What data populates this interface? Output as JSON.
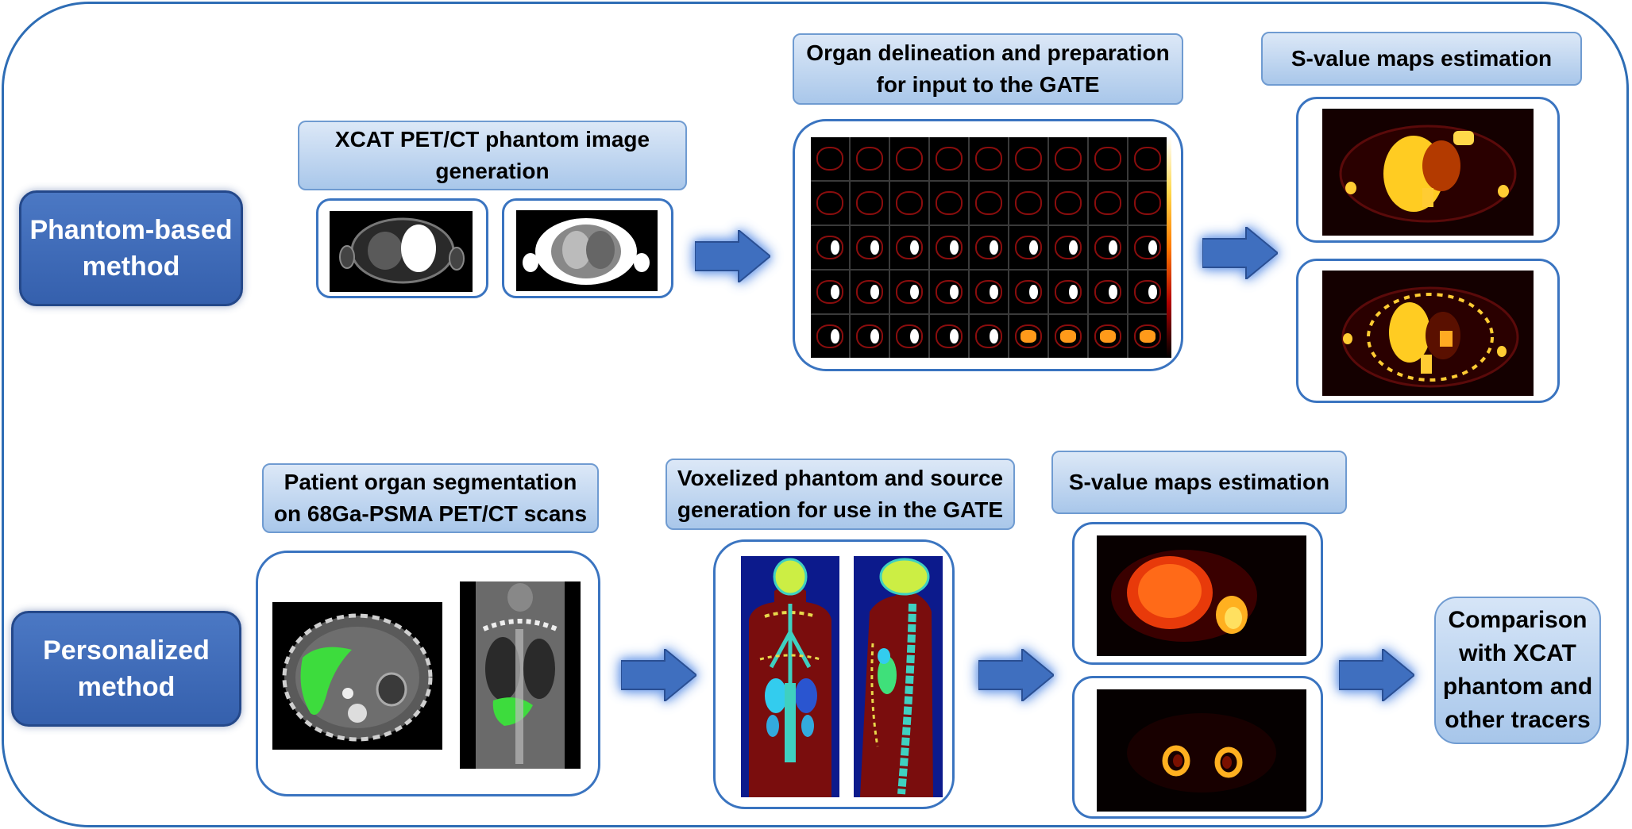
{
  "rows": {
    "phantom": {
      "method_label_line1": "Phantom-based",
      "method_label_line2": "method",
      "step1_line1": "XCAT PET/CT  phantom image",
      "step1_line2": "generation",
      "step2_line1": "Organ delineation and preparation",
      "step2_line2": "for input to the GATE",
      "step3": "S-value maps estimation"
    },
    "personalized": {
      "method_label_line1": "Personalized",
      "method_label_line2": "method",
      "step1_line1": "Patient organ segmentation",
      "step1_line2": "on 68Ga-PSMA PET/CT scans",
      "step2_line1": "Voxelized phantom and source",
      "step2_line2": "generation for use in the GATE",
      "step3": "S-value maps estimation",
      "comparison_line1": "Comparison",
      "comparison_line2": "with XCAT",
      "comparison_line3": "phantom and",
      "comparison_line4": "other tracers"
    }
  },
  "colors": {
    "method_box": "#3a66b3",
    "step_label": "#b9d2ef",
    "panel_border": "#3a74c0",
    "arrow": "#3f6fbf",
    "frame": "#2e6db5",
    "phantom_blue": "#0c1a8c",
    "phantom_red": "#7a0d0d",
    "organ_green": "#3ddc3d"
  },
  "icons": [
    "arrow-right-icon"
  ]
}
